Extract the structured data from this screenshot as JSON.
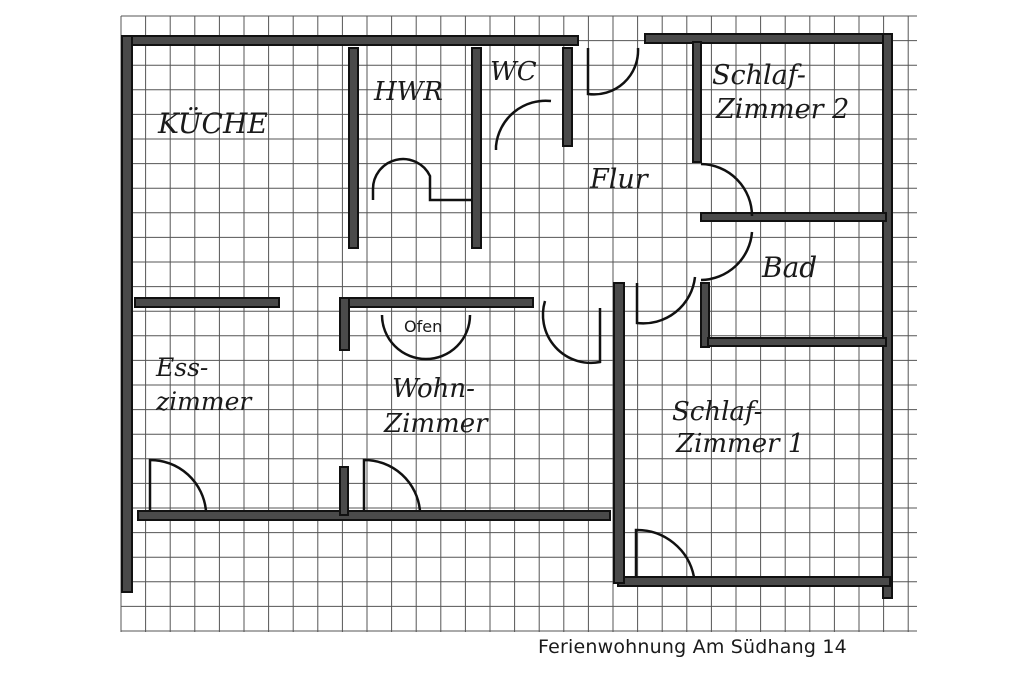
{
  "title": "Ferienwohnung Am Südhang 14",
  "rooms": {
    "kueche": "KÜCHE",
    "hwr": "HWR",
    "wc": "WC",
    "schlafzimmer2_line1": "Schlaf-",
    "schlafzimmer2_line2": "Zimmer 2",
    "flur": "Flur",
    "bad": "Bad",
    "esszimmer_line1": "Ess-",
    "esszimmer_line2": "zimmer",
    "wohnzimmer_line1": "Wohn-",
    "wohnzimmer_line2": "Zimmer",
    "schlafzimmer1_line1": "Schlaf-",
    "schlafzimmer1_line2": "Zimmer 1",
    "ofen": "Ofen"
  },
  "colors": {
    "grid": "#555555",
    "wall": "#4a4a4a",
    "ink": "#111111"
  }
}
